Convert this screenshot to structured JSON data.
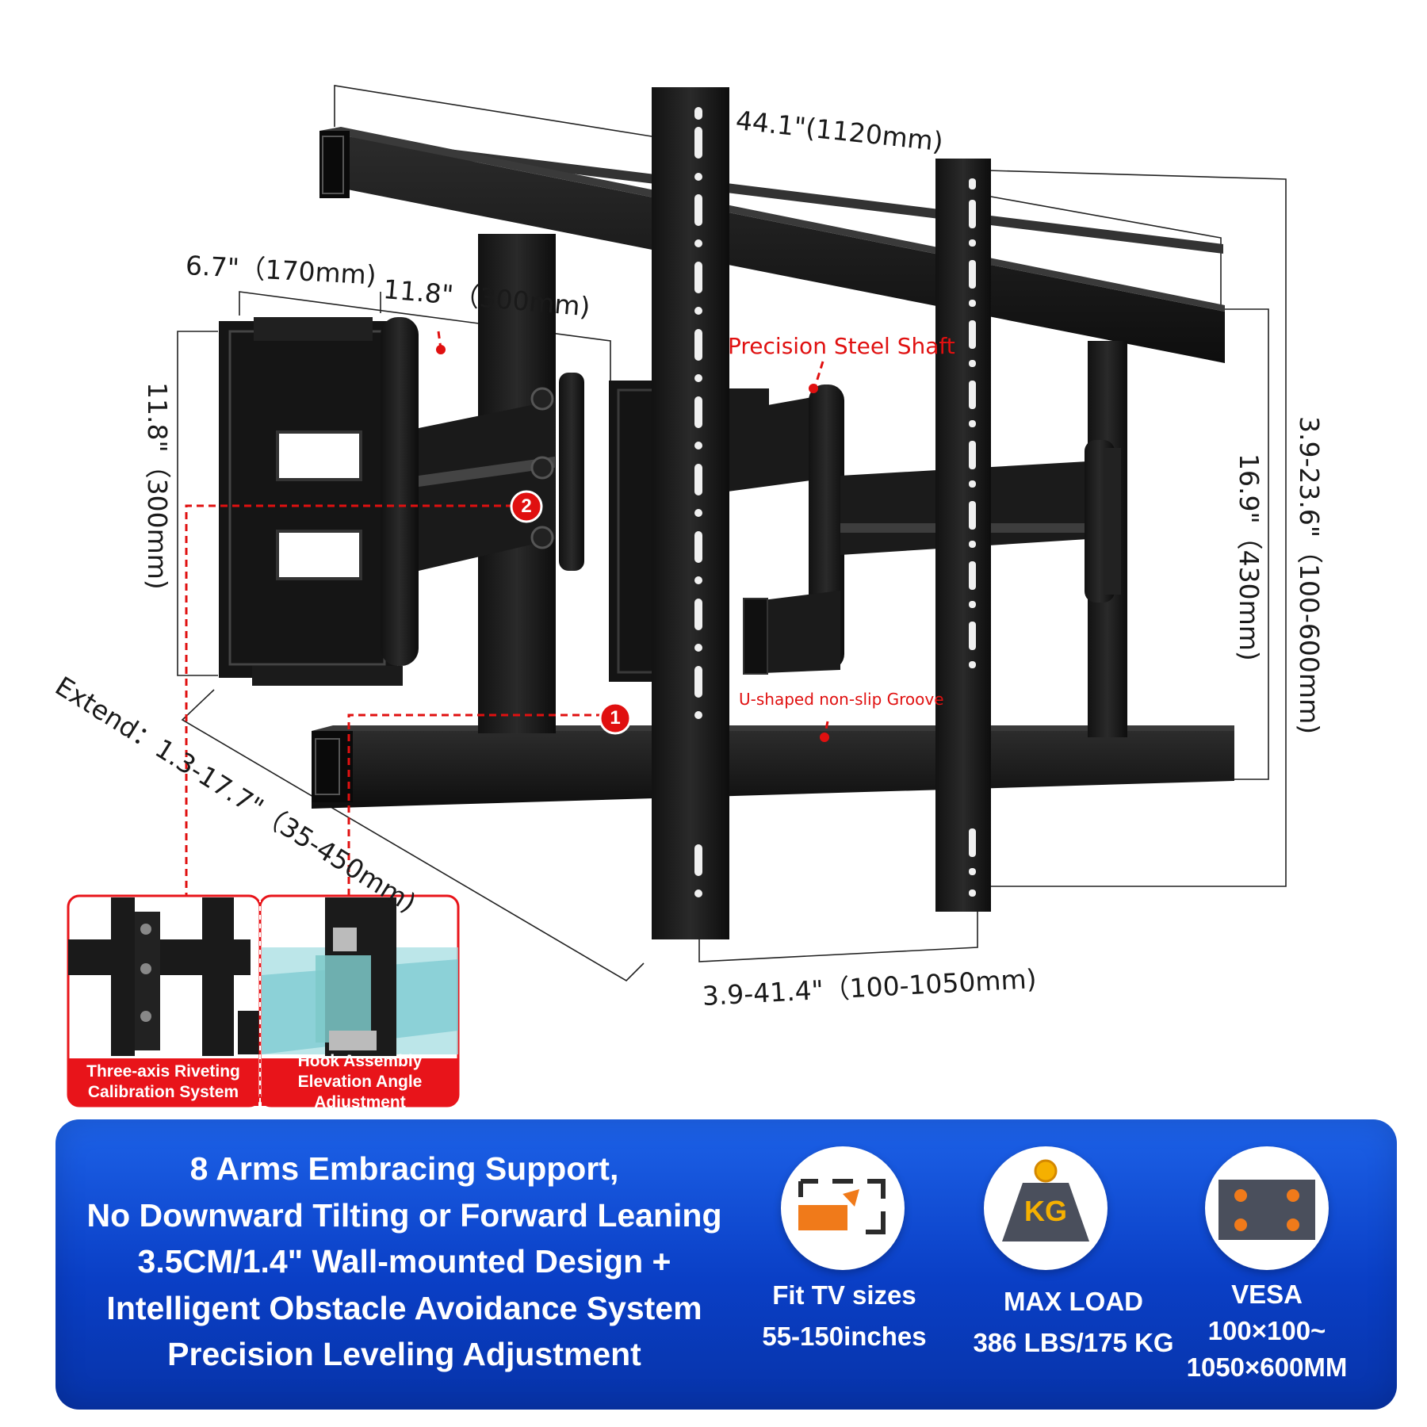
{
  "dimensions": {
    "width_top": "44.1\"(1120mm)",
    "depth": "6.7\"（170mm)",
    "arm_length": "11.8\"（300mm)",
    "wall_plate_height": "11.8\"（300mm)",
    "extend": "Extend：1.3-17.7\"（35-450mm)",
    "vesa_width": "3.9-41.4\"（100-1050mm)",
    "vesa_height_inner": "16.9\"（430mm)",
    "vesa_height_outer": "3.9-23.6\"（100-600mm)"
  },
  "callouts": {
    "shaft": "Precision Steel Shaft",
    "groove": "U-shaped non-slip Groove",
    "marker_1": "1",
    "marker_2": "2"
  },
  "insets": {
    "left_caption": "Three-axis Riveting Calibration System",
    "right_caption": "Hook Assembly Elevation Angle Adjustment"
  },
  "banner": {
    "headline_lines": [
      "8 Arms Embracing Support,",
      "No Downward Tilting or Forward Leaning",
      "3.5CM/1.4\" Wall-mounted Design +",
      "Intelligent Obstacle Avoidance System",
      "Precision Leveling Adjustment"
    ],
    "features": [
      {
        "icon": "tv-size-icon",
        "line1": "Fit TV sizes",
        "line2": "55-150inches"
      },
      {
        "icon": "weight-kg-icon",
        "icon_text": "KG",
        "line1": "MAX LOAD",
        "line2": "386 LBS/175 KG"
      },
      {
        "icon": "vesa-pattern-icon",
        "line1": "VESA",
        "line2": "100×100~",
        "line3": "1050×600MM"
      }
    ],
    "colors": {
      "banner_blue": "#0a3fc6",
      "accent_orange": "#f07a1a",
      "callout_red": "#e01010"
    }
  }
}
